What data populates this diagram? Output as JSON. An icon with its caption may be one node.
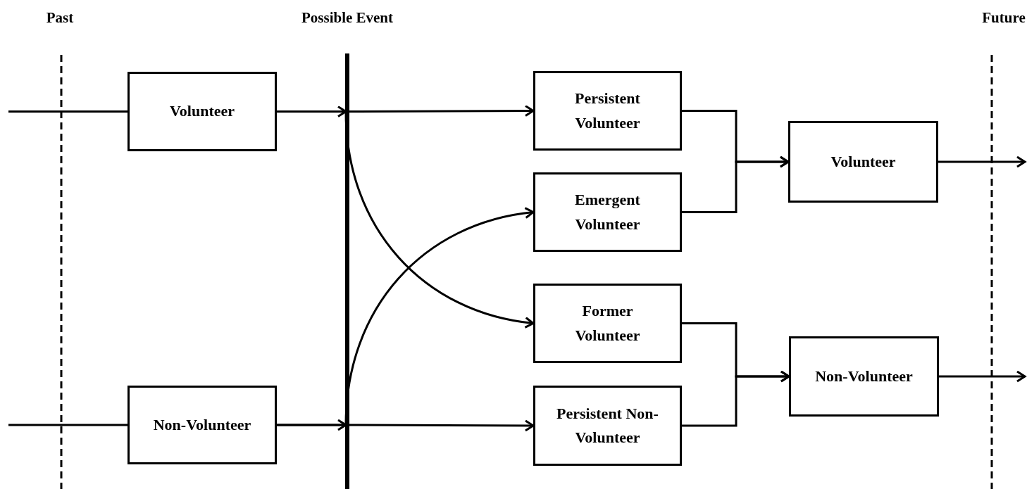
{
  "diagram": {
    "nodes": [
      {
        "text": [
          "Volunteer"
        ]
      },
      {
        "text": [
          "Non-Volunteer"
        ]
      },
      {
        "text": [
          "Persistent Volunteer"
        ]
      },
      {
        "text": [
          "Emergent Volunteer"
        ]
      },
      {
        "text": [
          "Former Volunteer"
        ]
      },
      {
        "text": [
          "Persistent Non-Volunteer"
        ]
      },
      {
        "text": [
          "Volunteer"
        ]
      },
      {
        "text": [
          "Non-Volunteer"
        ]
      }
    ],
    "edges": [
      {
        "from": null,
        "to": 0,
        "arrow": "none"
      },
      {
        "from": null,
        "to": 1,
        "arrow": "none"
      },
      {
        "from": 0,
        "to": 2,
        "arrow": "to"
      },
      {
        "from": 0,
        "to": 4,
        "arrow": "to"
      },
      {
        "from": 1,
        "to": 3,
        "arrow": "to"
      },
      {
        "from": 1,
        "to": 5,
        "arrow": "to"
      },
      {
        "from": 2,
        "to": 6,
        "arrow": "to"
      },
      {
        "from": 3,
        "to": 6,
        "arrow": "to"
      },
      {
        "from": 4,
        "to": 7,
        "arrow": "to"
      },
      {
        "from": 5,
        "to": 7,
        "arrow": "to"
      },
      {
        "from": 6,
        "to": null,
        "arrow": "to"
      },
      {
        "from": 7,
        "to": null,
        "arrow": "to"
      }
    ],
    "labels": [
      "Past",
      "Possible Event",
      "Future"
    ]
  }
}
